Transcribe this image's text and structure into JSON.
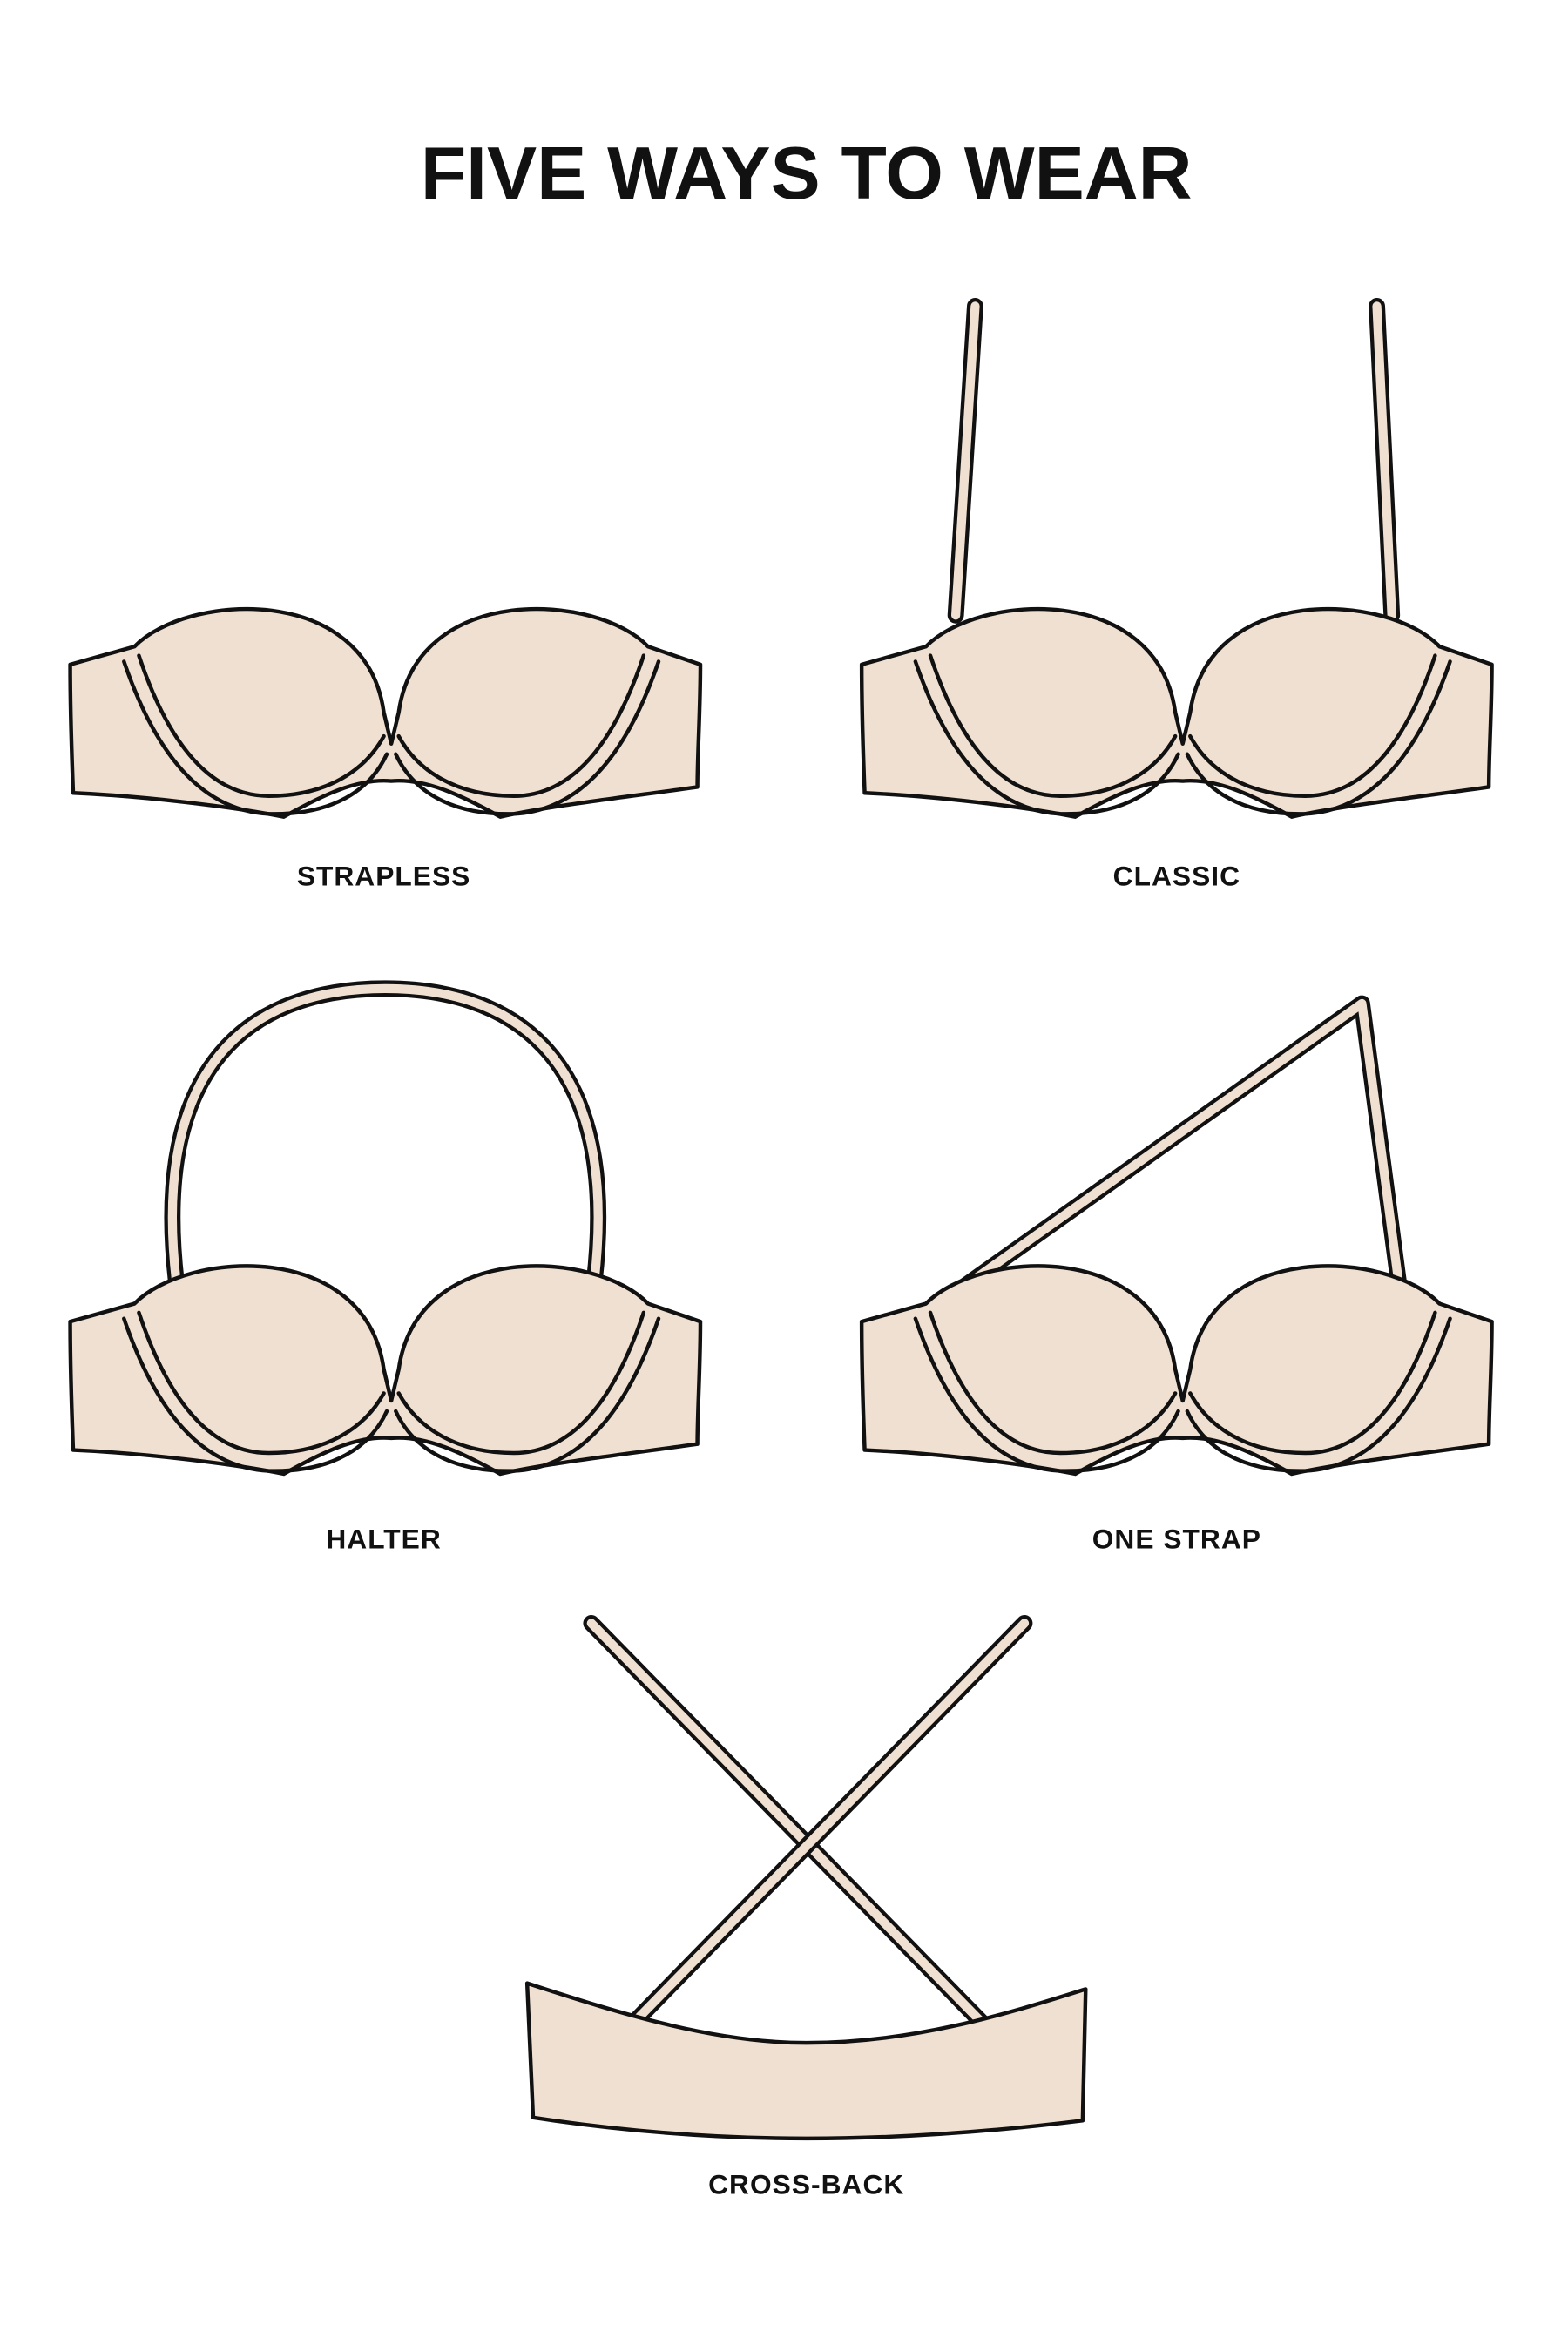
{
  "title": "FIVE WAYS TO WEAR",
  "colors": {
    "fabric": "#f0e0d2",
    "outline": "#111111",
    "background": "#ffffff"
  },
  "styles": [
    {
      "label": "STRAPLESS"
    },
    {
      "label": "CLASSIC"
    },
    {
      "label": "HALTER"
    },
    {
      "label": "ONE STRAP"
    },
    {
      "label": "CROSS-BACK"
    }
  ]
}
